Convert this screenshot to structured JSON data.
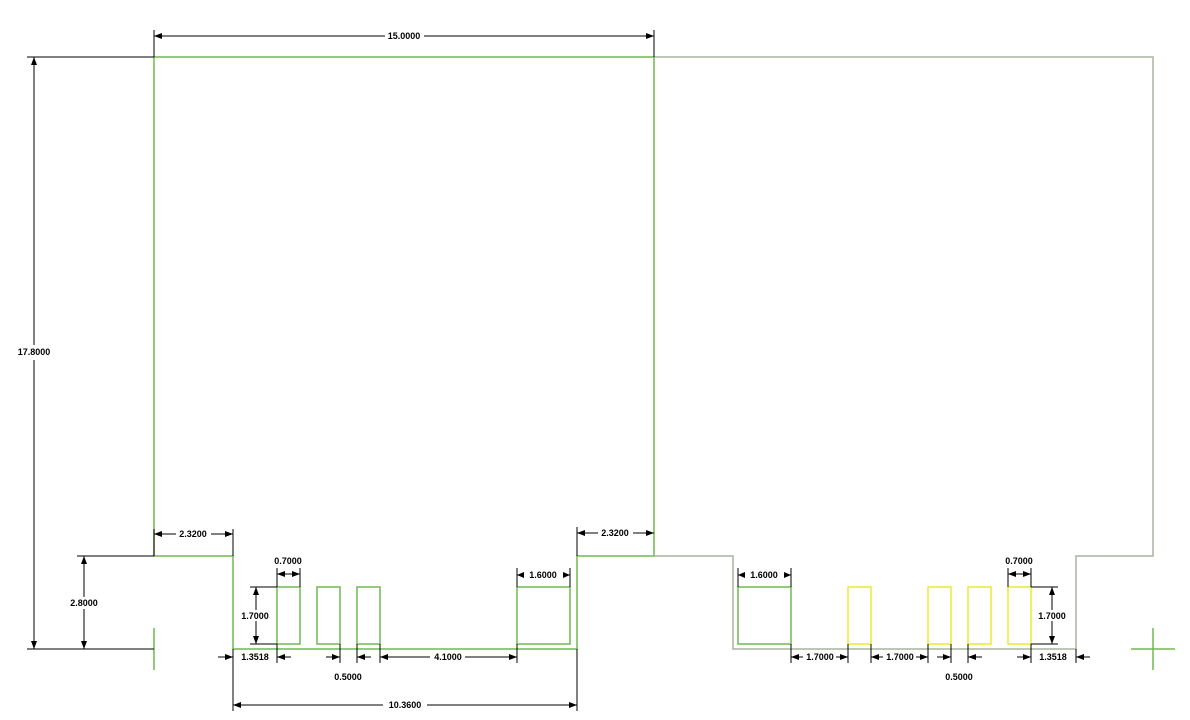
{
  "colors": {
    "green": "#70b850",
    "gray": "#a8b4a0",
    "yellow": "#eaea30",
    "dim": "#000000",
    "background": "#ffffff"
  },
  "dimensions": {
    "top_width": "15.0000",
    "height_total": "17.8000",
    "step_height": "2.8000",
    "left_offset": "2.3200",
    "right_offset": "2.3200",
    "slot_width_left": "0.7000",
    "slot_height_left": "1.7000",
    "edge_gap_left": "1.3518",
    "slot_gap_left": "0.5000",
    "slot_to_pad_gap": "4.1000",
    "pad_width_left": "1.6000",
    "tab_width": "10.3600",
    "pad_width_right": "1.6000",
    "pad_to_slot_right": "1.7000",
    "slot_gap_right_a": "1.7000",
    "slot_gap_right_b": "0.5000",
    "slot_width_right": "0.7000",
    "slot_height_right": "1.7000",
    "edge_gap_right": "1.3518"
  }
}
